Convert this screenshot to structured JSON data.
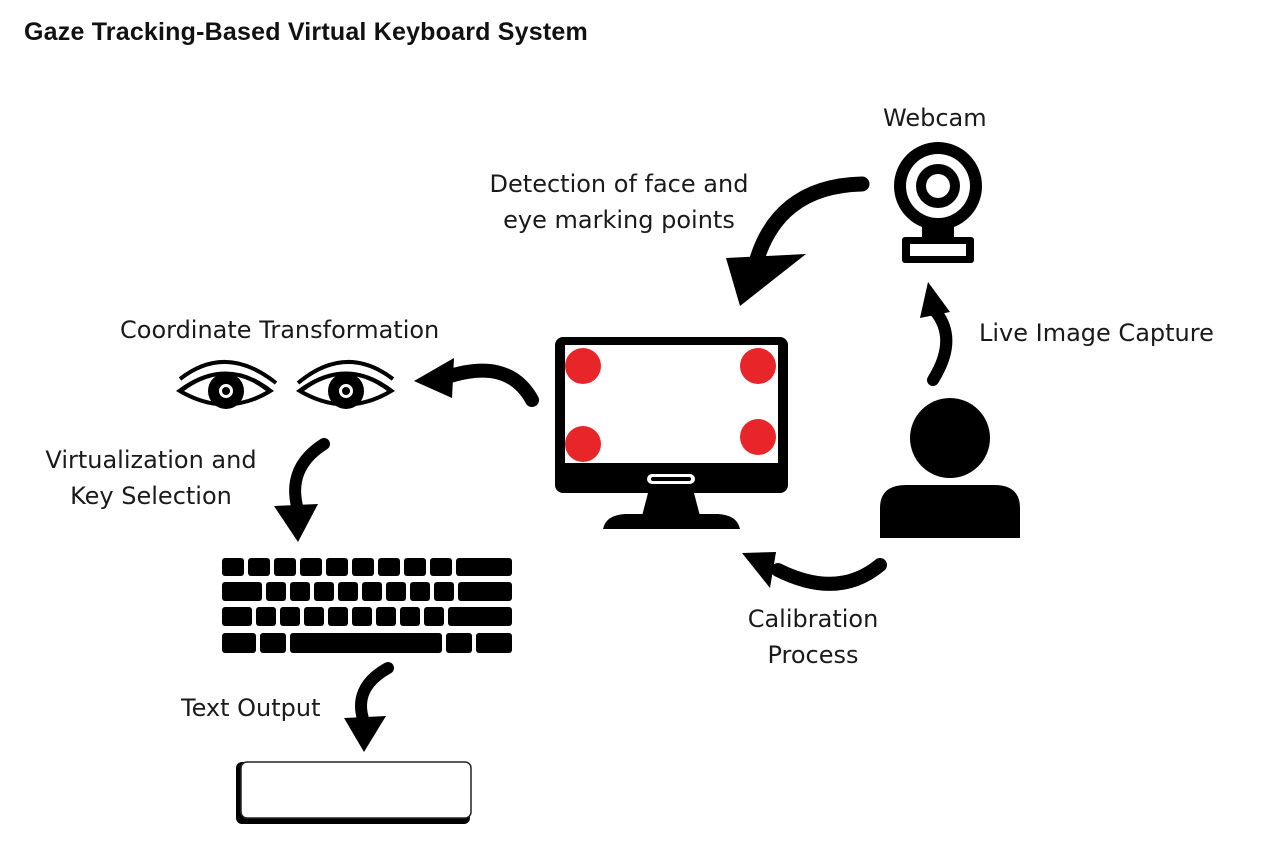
{
  "title": "Gaze Tracking-Based Virtual Keyboard System",
  "labels": {
    "webcam": "Webcam",
    "detection_line1": "Detection of face and",
    "detection_line2": "eye marking points",
    "coordinate": "Coordinate Transformation",
    "live_capture": "Live Image Capture",
    "virtualization_line1": "Virtualization and",
    "virtualization_line2": "Key Selection",
    "calibration_line1": "Calibration",
    "calibration_line2": "Process",
    "text_output": "Text Output"
  },
  "icons": [
    "webcam-icon",
    "monitor-icon",
    "eyes-icon",
    "user-icon",
    "keyboard-icon",
    "text-output-box"
  ],
  "colors": {
    "ink": "#000000",
    "calibration_point": "#e8262a",
    "background": "#ffffff"
  }
}
